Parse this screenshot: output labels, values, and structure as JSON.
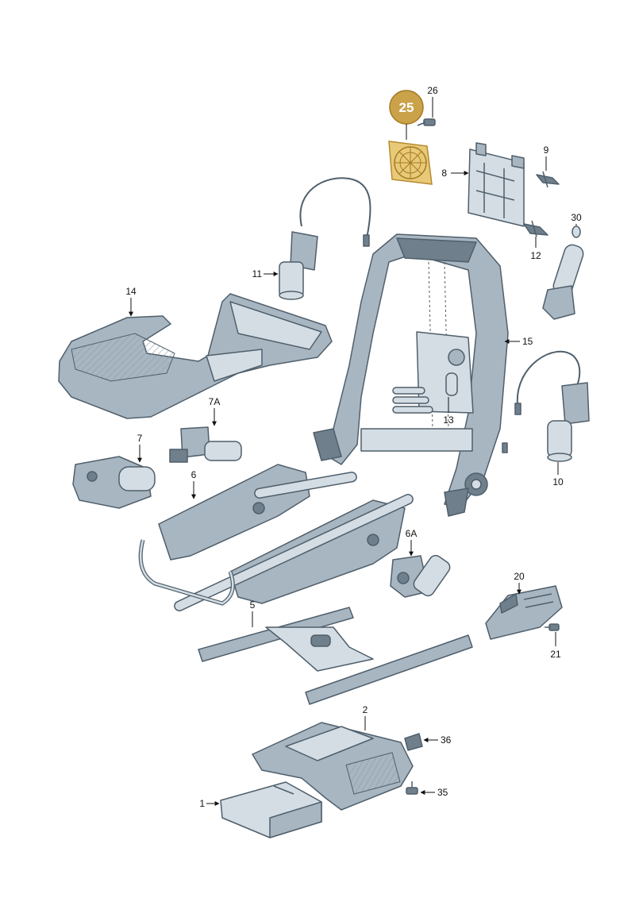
{
  "diagram": {
    "highlight": {
      "label": "25",
      "color": "#c9a24a"
    },
    "colors": {
      "part_fill": "#a8b6c2",
      "part_stroke": "#4f5f6b",
      "highlight": "#c9a24a"
    },
    "callouts": {
      "c1": "1",
      "c2": "2",
      "c5": "5",
      "c6": "6",
      "c6a": "6A",
      "c7": "7",
      "c7a": "7A",
      "c8": "8",
      "c9": "9",
      "c10": "10",
      "c11": "11",
      "c12": "12",
      "c13": "13",
      "c14": "14",
      "c15": "15",
      "c20": "20",
      "c21": "21",
      "c26": "26",
      "c30": "30",
      "c35": "35",
      "c36": "36"
    }
  }
}
